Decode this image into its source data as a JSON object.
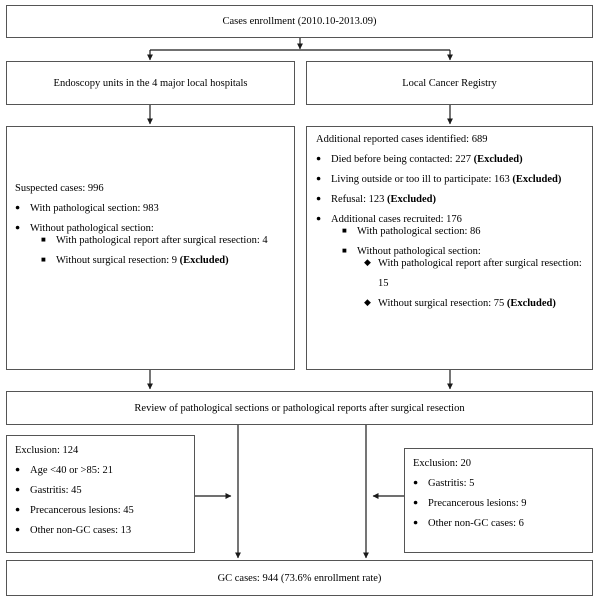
{
  "figure": {
    "type": "flowchart",
    "title": "Cases enrollment flow diagram"
  },
  "nodes": {
    "enrollment": {
      "label": "Cases enrollment (2010.10-2013.09)"
    },
    "source_left": {
      "label": "Endoscopy units in the 4 major local hospitals"
    },
    "source_right": {
      "label": "Local Cancer Registry"
    },
    "suspected": {
      "lead": "Suspected cases: 996",
      "items": [
        {
          "bullet": "disc",
          "text": "With pathological section: 983"
        },
        {
          "bullet": "disc",
          "text": "Without pathological section:"
        }
      ],
      "sub_items": [
        {
          "bullet": "square",
          "text": "With pathological report after surgical resection: 4"
        },
        {
          "bullet": "square",
          "text": "Without surgical resection: 9 ",
          "bold": "(Excluded)"
        }
      ]
    },
    "registry": {
      "lead": "Additional reported cases identified: 689",
      "items": [
        {
          "bullet": "disc",
          "text": "Died before being contacted: 227 ",
          "bold": "(Excluded)"
        },
        {
          "bullet": "disc",
          "text": "Living outside or too ill to participate: 163 ",
          "bold": "(Excluded)"
        },
        {
          "bullet": "disc",
          "text": "Refusal: 123 ",
          "bold": "(Excluded)"
        },
        {
          "bullet": "disc",
          "text": "Additional cases recruited: 176"
        }
      ],
      "sub_items": [
        {
          "bullet": "square",
          "text": "With pathological section: 86"
        },
        {
          "bullet": "square",
          "text": "Without pathological section:"
        }
      ],
      "sub_sub_items": [
        {
          "bullet": "diamond",
          "text": "With pathological report after surgical resection:",
          "text2": "15"
        },
        {
          "bullet": "diamond",
          "text": "Without surgical resection: 75 ",
          "bold": "(Excluded)"
        }
      ]
    },
    "review": {
      "label": "Review of pathological sections or pathological reports after surgical resection"
    },
    "exclusion_left": {
      "lead": "Exclusion: 124",
      "items": [
        {
          "bullet": "disc",
          "text": "Age <40 or >85: 21"
        },
        {
          "bullet": "disc",
          "text": "Gastritis: 45"
        },
        {
          "bullet": "disc",
          "text": "Precancerous lesions: 45"
        },
        {
          "bullet": "disc",
          "text": "Other non-GC cases: 13"
        }
      ]
    },
    "exclusion_right": {
      "lead": "Exclusion: 20",
      "items": [
        {
          "bullet": "disc",
          "text": "Gastritis: 5"
        },
        {
          "bullet": "disc",
          "text": "Precancerous lesions: 9"
        },
        {
          "bullet": "disc",
          "text": "Other non-GC cases: 6"
        }
      ]
    },
    "result": {
      "label": "GC cases: 944 (73.6% enrollment rate)"
    }
  },
  "colors": {
    "border": "#555555",
    "line": "#1a1a1a",
    "background": "#ffffff",
    "text": "#000000"
  }
}
